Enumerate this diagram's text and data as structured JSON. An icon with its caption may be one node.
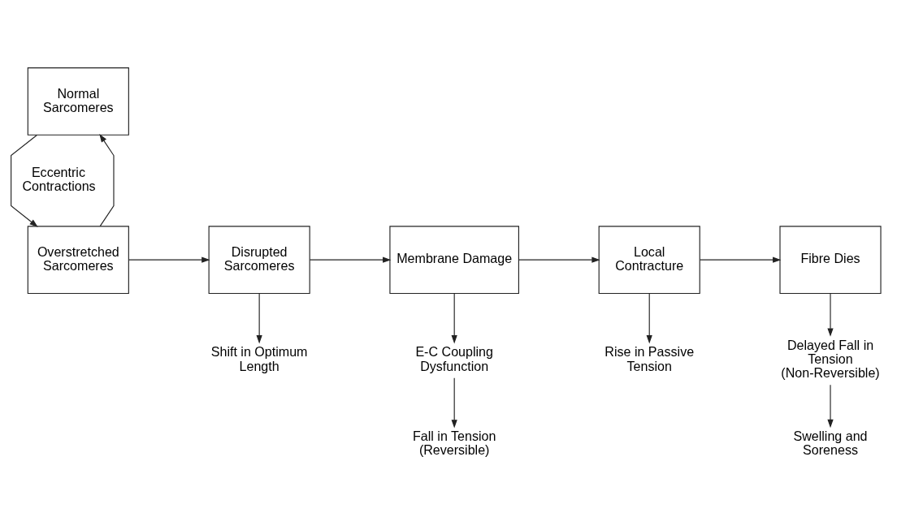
{
  "diagram": {
    "nodes": [
      {
        "text": [
          "Normal Sarcomeres"
        ]
      },
      {
        "text": [
          "Overstretched Sarcomeres"
        ]
      },
      {
        "text": [
          "Disrupted Sarcomeres"
        ]
      },
      {
        "text": [
          "Membrane Damage"
        ]
      },
      {
        "text": [
          "Local Contracture"
        ]
      },
      {
        "text": [
          "Fibre Dies"
        ]
      },
      {
        "text": [
          "Shift in Optimum Length"
        ]
      },
      {
        "text": [
          "E-C Coupling Dysfunction"
        ]
      },
      {
        "text": [
          "Fall in Tension (Reversible)"
        ]
      },
      {
        "text": [
          "Rise in Passive Tension"
        ]
      },
      {
        "text": [
          "Delayed Fall in Tension (Non-Reversible)"
        ]
      },
      {
        "text": [
          "Swelling and Soreness"
        ]
      }
    ],
    "edges": [
      {
        "from": 1,
        "to": 0,
        "arrow": "to"
      },
      {
        "from": 0,
        "to": 1,
        "arrow": "to",
        "label": "Eccentric Contractions"
      },
      {
        "from": 1,
        "to": 2,
        "arrow": "to"
      },
      {
        "from": 2,
        "to": 3,
        "arrow": "to"
      },
      {
        "from": 3,
        "to": 4,
        "arrow": "to"
      },
      {
        "from": 4,
        "to": 5,
        "arrow": "to"
      },
      {
        "from": 2,
        "to": 6,
        "arrow": "to"
      },
      {
        "from": 3,
        "to": 7,
        "arrow": "to"
      },
      {
        "from": 7,
        "to": 8,
        "arrow": "to"
      },
      {
        "from": 4,
        "to": 9,
        "arrow": "to"
      },
      {
        "from": 5,
        "to": 10,
        "arrow": "to"
      },
      {
        "from": 10,
        "to": 11,
        "arrow": "to"
      }
    ]
  }
}
